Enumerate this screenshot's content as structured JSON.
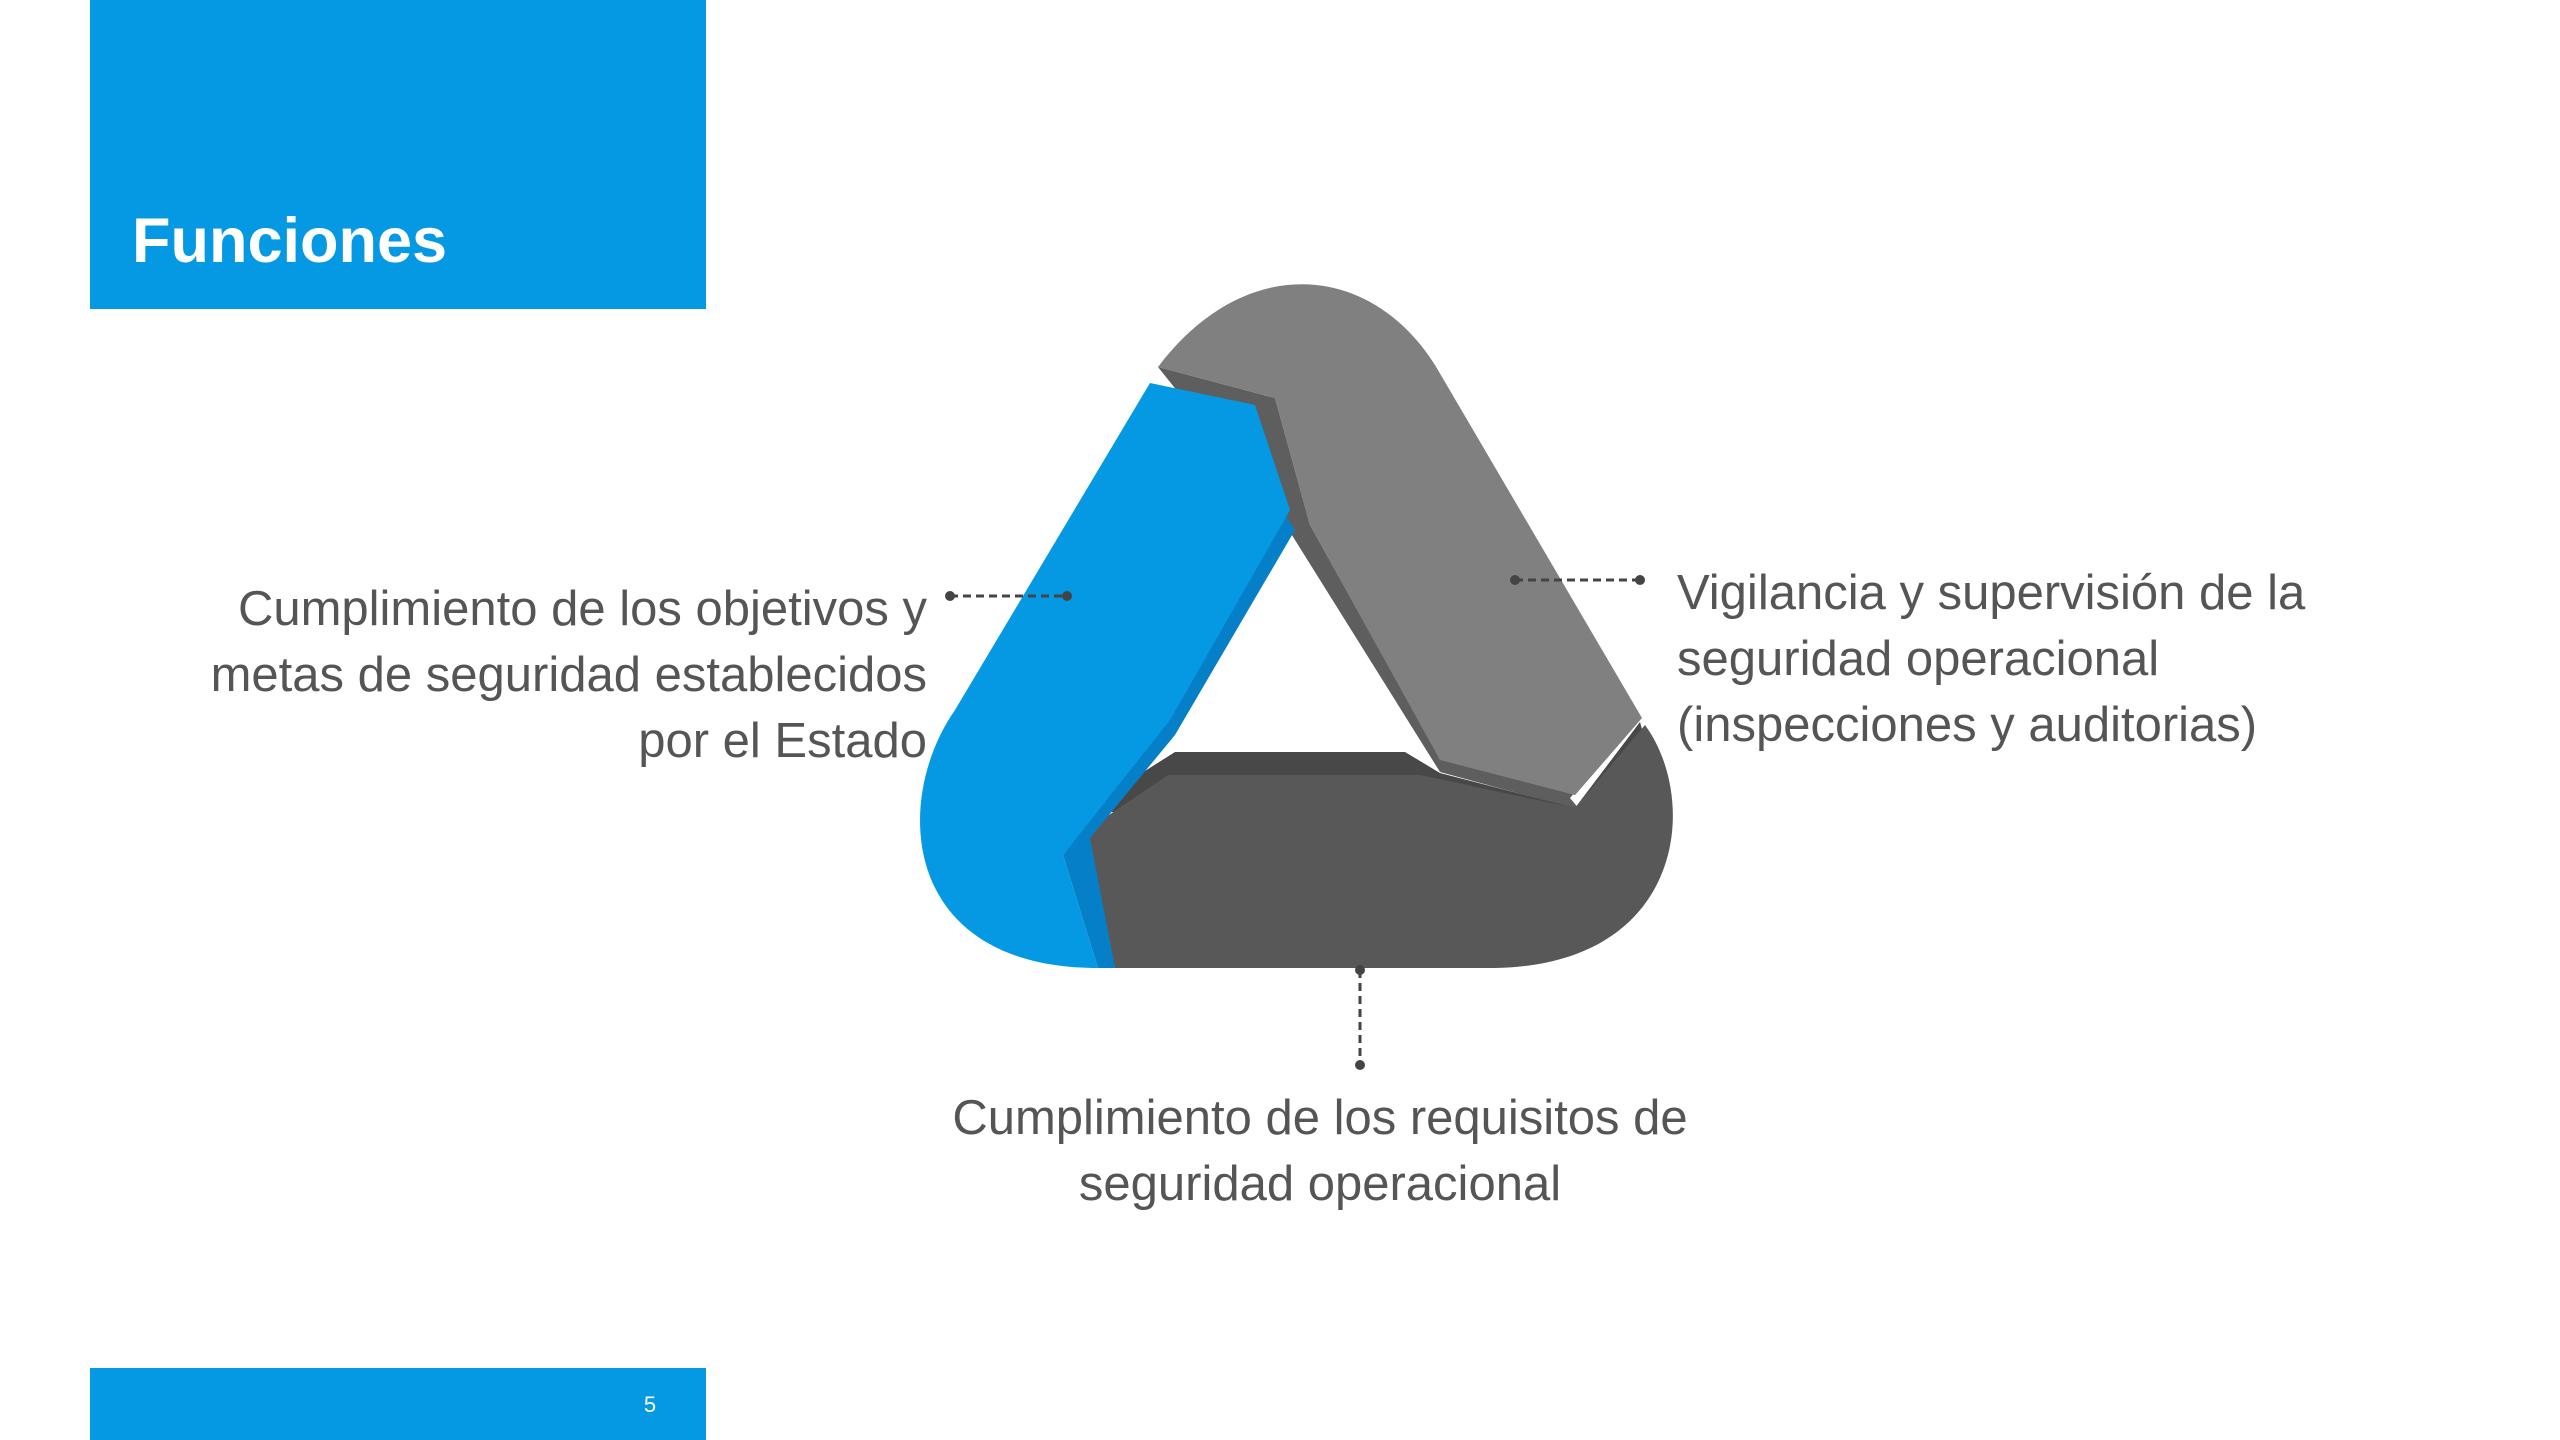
{
  "slide": {
    "title": "Funciones",
    "page_number": "5"
  },
  "colors": {
    "accent": "#0599e4",
    "segment_gray": "#808080",
    "segment_dark": "#585858",
    "text": "#555555"
  },
  "diagram": {
    "functions": [
      {
        "lines": [
          "Cumplimiento de los objetivos y",
          "metas de seguridad establecidos",
          "por el Estado"
        ]
      },
      {
        "lines": [
          "Vigilancia y supervisión de la",
          "seguridad operacional",
          "(inspecciones y auditorias)"
        ]
      },
      {
        "lines": [
          "Cumplimiento de los requisitos de",
          "seguridad operacional"
        ]
      }
    ]
  }
}
